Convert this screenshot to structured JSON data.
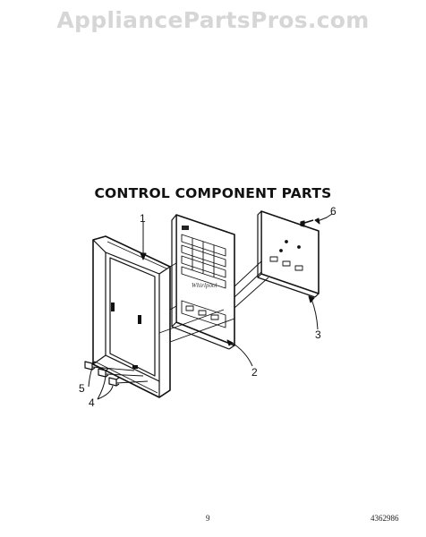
{
  "watermark": "AppliancePartsPros.com",
  "title": "CONTROL COMPONENT PARTS",
  "callouts": [
    "1",
    "2",
    "3",
    "4",
    "5",
    "6"
  ],
  "footer": {
    "page_number": "9",
    "part_number": "4362986"
  }
}
